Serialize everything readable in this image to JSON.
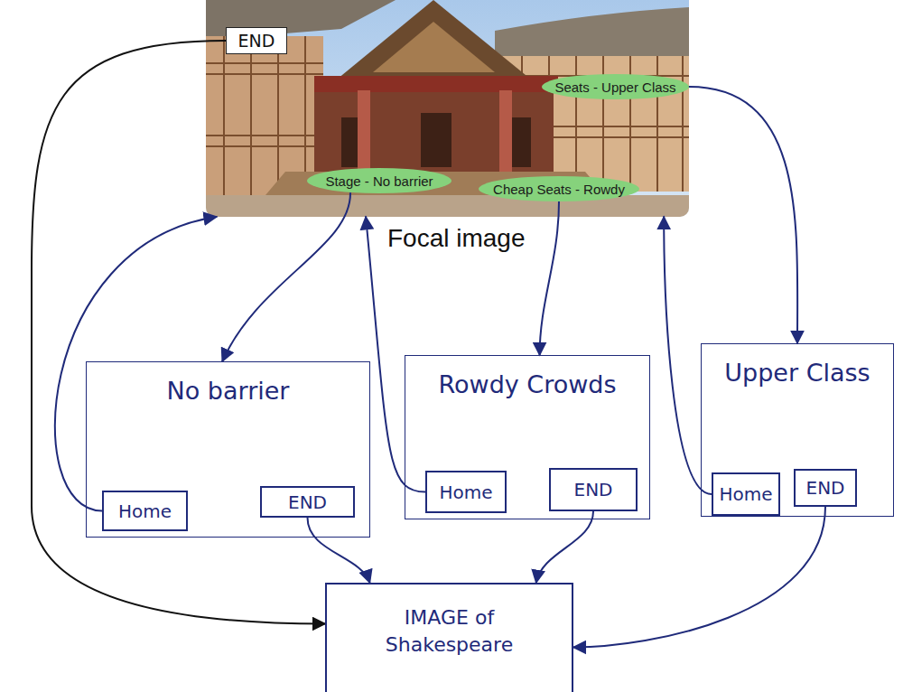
{
  "diagram": {
    "nodes": [
      {
        "text": [
          "Focal image"
        ]
      },
      {
        "text": [
          "END"
        ],
        "in": 0
      },
      {
        "text": [
          "Seats - Upper Class"
        ],
        "in": 0
      },
      {
        "text": [
          "Stage - No barrier"
        ],
        "in": 0
      },
      {
        "text": [
          "Cheap Seats - Rowdy"
        ],
        "in": 0
      },
      {
        "text": [
          "No barrier"
        ]
      },
      {
        "text": [
          "Home"
        ],
        "in": 5
      },
      {
        "text": [
          "END"
        ],
        "in": 5
      },
      {
        "text": [
          "Rowdy Crowds"
        ]
      },
      {
        "text": [
          "Home"
        ],
        "in": 8
      },
      {
        "text": [
          "END"
        ],
        "in": 8
      },
      {
        "text": [
          "Upper Class"
        ]
      },
      {
        "text": [
          "Home"
        ],
        "in": 11
      },
      {
        "text": [
          "END"
        ],
        "in": 11
      },
      {
        "text": [
          "IMAGE of Shakespeare"
        ]
      }
    ],
    "edges": [
      {
        "from": 3,
        "to": 5,
        "arrow": "to"
      },
      {
        "from": 4,
        "to": 8,
        "arrow": "to"
      },
      {
        "from": 2,
        "to": 11,
        "arrow": "to"
      },
      {
        "from": 6,
        "to": 0,
        "arrow": "to"
      },
      {
        "from": 9,
        "to": 0,
        "arrow": "to"
      },
      {
        "from": 12,
        "to": 0,
        "arrow": "to"
      },
      {
        "from": 1,
        "to": 14,
        "arrow": "to"
      },
      {
        "from": 7,
        "to": 14,
        "arrow": "to"
      },
      {
        "from": 10,
        "to": 14,
        "arrow": "to"
      },
      {
        "from": 13,
        "to": 14,
        "arrow": "to"
      }
    ]
  }
}
